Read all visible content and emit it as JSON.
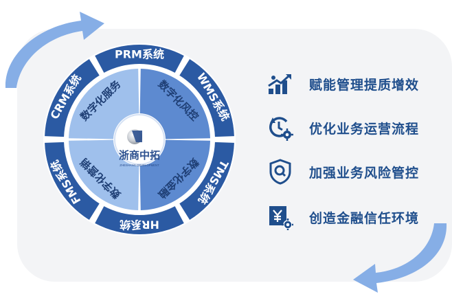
{
  "outer_ring": [
    "PRM系统",
    "WMS系统",
    "TMS系统",
    "HR系统",
    "FMS系统",
    "CRM系统"
  ],
  "inner_ring": [
    "数字化风控",
    "数字化金融",
    "数字化营销",
    "数字化服务"
  ],
  "logo": {
    "name": "浙商中拓",
    "subtitle": "ZHESHANG DEVELOPMENT"
  },
  "features": [
    {
      "icon": "growth-chart-icon",
      "label": "赋能管理提质增效"
    },
    {
      "icon": "clock-gear-icon",
      "label": "优化业务运营流程"
    },
    {
      "icon": "shield-search-icon",
      "label": "加强业务风险管控"
    },
    {
      "icon": "finance-gear-icon",
      "label": "创造金融信任环境"
    }
  ],
  "colors": {
    "dark_blue": "#2b5aa3",
    "mid_blue": "#5d8ad0",
    "light_blue": "#9fc0ec",
    "panel": "#f3f4f6",
    "text": "#1f4e8c"
  }
}
